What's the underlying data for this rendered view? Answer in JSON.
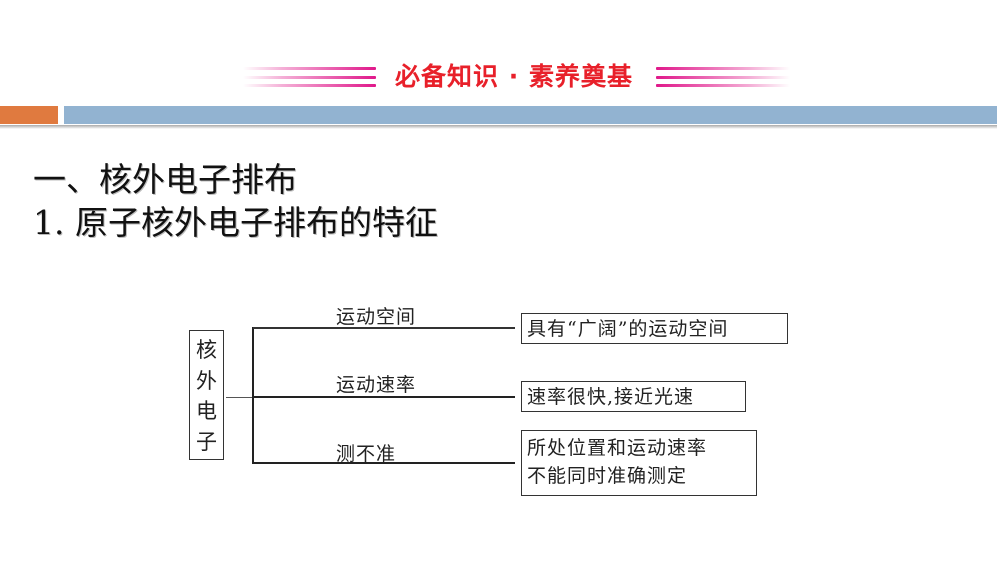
{
  "banner": {
    "title": "必备知识 · 素养奠基",
    "stripe_color": "#e0188a",
    "title_color": "#e8202a"
  },
  "accent_bar": {
    "left_color": "#e07a3f",
    "right_color": "#92b3d1"
  },
  "headings": {
    "section": "一、核外电子排布",
    "subsection": "1. 原子核外电子排布的特征"
  },
  "diagram": {
    "root": [
      "核",
      "外",
      "电",
      "子"
    ],
    "branches": [
      {
        "label": "运动空间",
        "detail": [
          "具有“广阔”的运动空间"
        ]
      },
      {
        "label": "运动速率",
        "detail": [
          "速率很快,接近光速"
        ]
      },
      {
        "label": "测不准",
        "detail": [
          "所处位置和运动速率",
          "不能同时准确测定"
        ]
      }
    ]
  }
}
